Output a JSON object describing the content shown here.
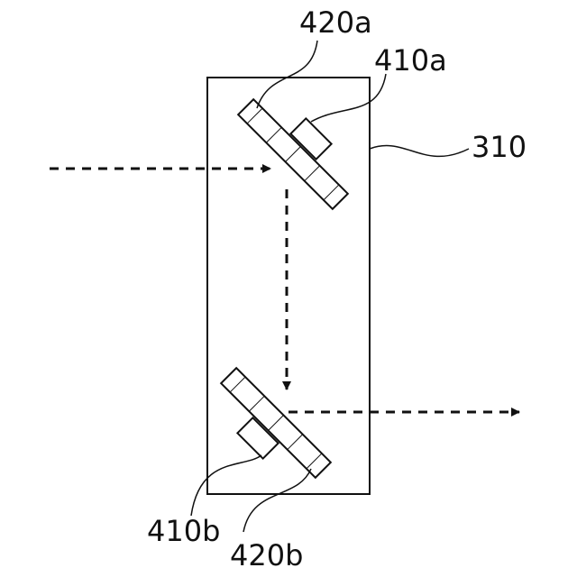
{
  "labels": {
    "mirror_top": "420a",
    "actuator_top": "410a",
    "housing": "310",
    "actuator_bottom": "410b",
    "mirror_bottom": "420b"
  },
  "colors": {
    "line": "#111111",
    "background": "#ffffff"
  }
}
